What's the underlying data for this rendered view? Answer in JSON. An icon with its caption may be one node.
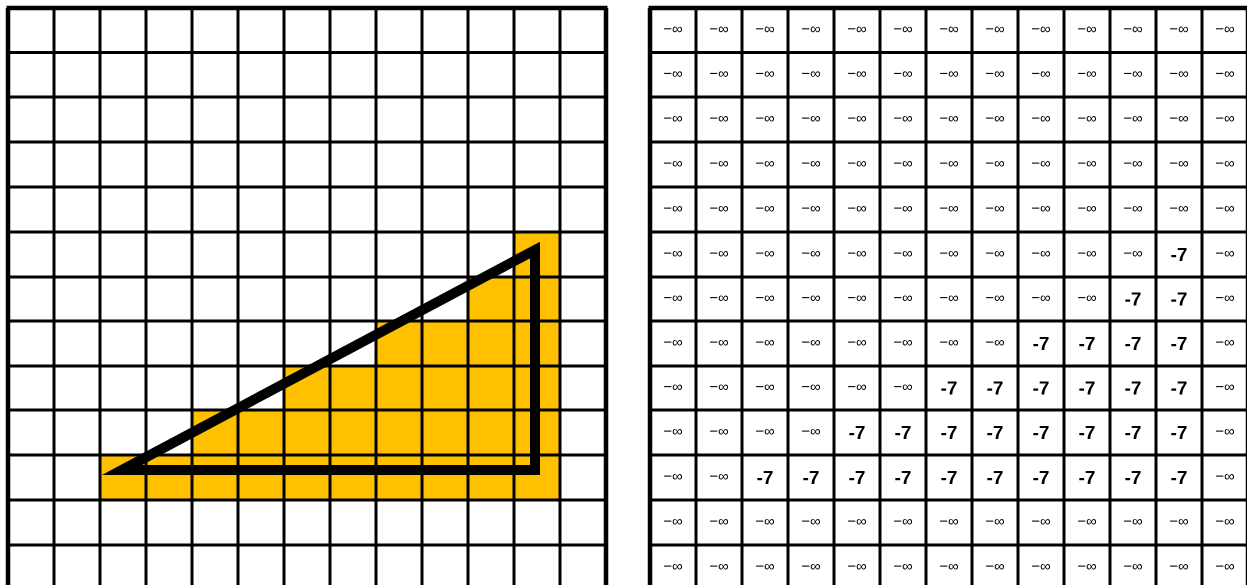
{
  "diagram": {
    "labels": [
      "−∞",
      "−∞",
      "−∞",
      "−∞",
      "−∞",
      "−∞",
      "−∞",
      "−∞",
      "−∞",
      "−∞",
      "−∞",
      "−∞",
      "−∞",
      "−∞",
      "−∞",
      "−∞",
      "−∞",
      "−∞",
      "−∞",
      "−∞",
      "−∞",
      "−∞",
      "−∞",
      "−∞",
      "−∞",
      "−∞",
      "−∞",
      "−∞",
      "−∞",
      "−∞",
      "−∞",
      "−∞",
      "−∞",
      "−∞",
      "−∞",
      "−∞",
      "−∞",
      "−∞",
      "−∞",
      "−∞",
      "−∞",
      "−∞",
      "−∞",
      "−∞",
      "−∞",
      "−∞",
      "−∞",
      "−∞",
      "−∞",
      "−∞",
      "−∞",
      "−∞",
      "−∞",
      "−∞",
      "−∞",
      "−∞",
      "−∞",
      "−∞",
      "−∞",
      "−∞",
      "−∞",
      "−∞",
      "−∞",
      "−∞",
      "−∞",
      "−∞",
      "−∞",
      "−∞",
      "−∞",
      "−∞",
      "−∞",
      "−∞",
      "−∞",
      "−∞",
      "−∞",
      "−∞",
      "-7",
      "−∞",
      "−∞",
      "−∞",
      "−∞",
      "−∞",
      "−∞",
      "−∞",
      "−∞",
      "−∞",
      "−∞",
      "−∞",
      "-7",
      "-7",
      "−∞",
      "−∞",
      "−∞",
      "−∞",
      "−∞",
      "−∞",
      "−∞",
      "−∞",
      "−∞",
      "-7",
      "-7",
      "-7",
      "-7",
      "−∞",
      "−∞",
      "−∞",
      "−∞",
      "−∞",
      "−∞",
      "−∞",
      "-7",
      "-7",
      "-7",
      "-7",
      "-7",
      "-7",
      "−∞",
      "−∞",
      "−∞",
      "−∞",
      "−∞",
      "-7",
      "-7",
      "-7",
      "-7",
      "-7",
      "-7",
      "-7",
      "-7",
      "−∞",
      "−∞",
      "−∞",
      "-7",
      "-7",
      "-7",
      "-7",
      "-7",
      "-7",
      "-7",
      "-7",
      "-7",
      "-7",
      "−∞",
      "−∞",
      "−∞",
      "−∞",
      "−∞",
      "−∞",
      "−∞",
      "−∞",
      "−∞",
      "−∞",
      "−∞",
      "−∞",
      "−∞",
      "−∞",
      "−∞",
      "−∞",
      "−∞",
      "−∞",
      "−∞",
      "−∞",
      "−∞",
      "−∞",
      "−∞",
      "−∞",
      "−∞",
      "−∞",
      "−∞"
    ]
  }
}
